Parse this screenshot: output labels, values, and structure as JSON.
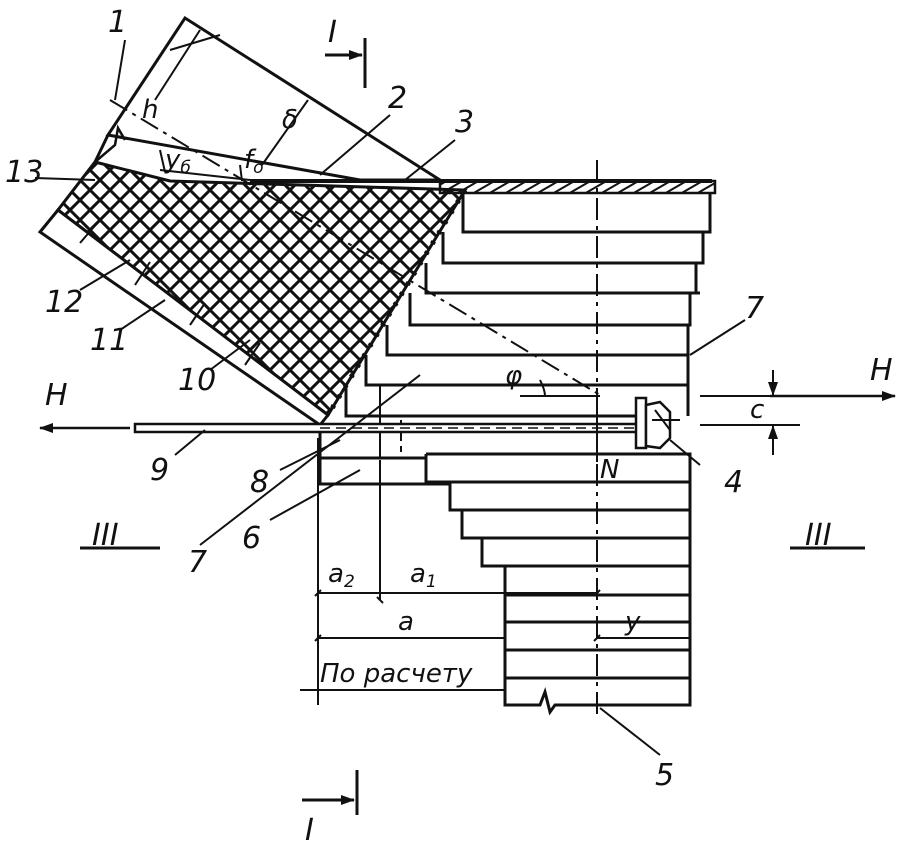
{
  "diagram": {
    "callouts": [
      "1",
      "2",
      "3",
      "4",
      "5",
      "6",
      "7",
      "7",
      "8",
      "9",
      "10",
      "11",
      "12",
      "13"
    ],
    "section_marks": {
      "top": "I",
      "bottom": "I",
      "left": "III",
      "right": "III"
    },
    "forces": {
      "left": "H",
      "right": "H",
      "vertical": "N"
    },
    "dims": {
      "h": "h",
      "b": "δ",
      "yb": "y",
      "yb_sub": "б",
      "fo": "f",
      "fo_sub": "o",
      "phi": "φ",
      "c": "c",
      "a2": "a",
      "a2_sub": "2",
      "a1": "a",
      "a1_sub": "1",
      "a": "a",
      "y": "y",
      "calc": "По расчету"
    }
  }
}
